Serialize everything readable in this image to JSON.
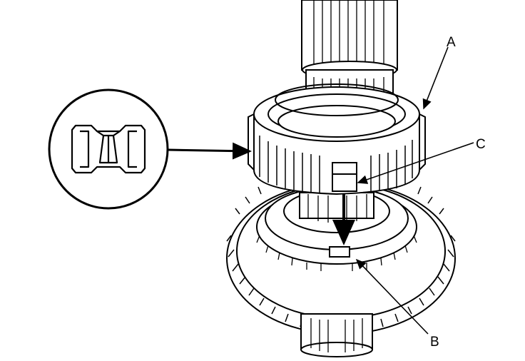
{
  "diagram": {
    "callouts": {
      "a": "A",
      "b": "B",
      "c": "C"
    },
    "parts": {
      "a": "synchro-sleeve-icon",
      "b": "synchro-ring-slot-icon",
      "c": "sleeve-tooth-icon"
    },
    "inset": "tooth-profile-detail-icon",
    "stroke_color": "#000000",
    "background": "#ffffff"
  }
}
